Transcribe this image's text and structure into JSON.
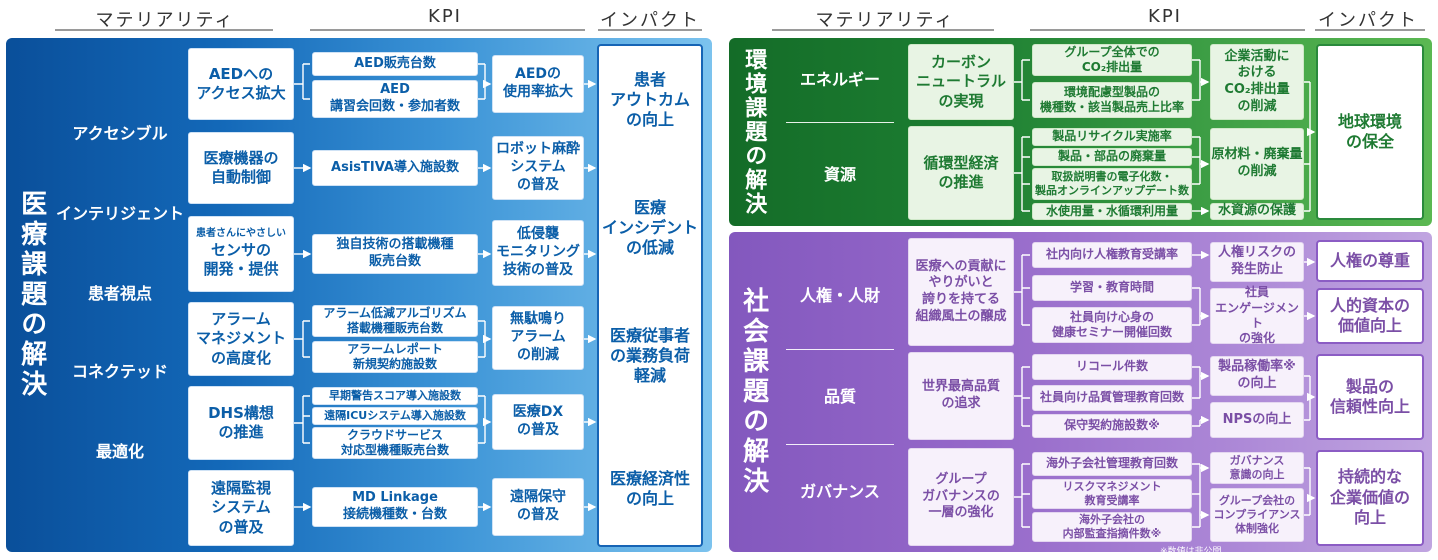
{
  "headers": {
    "materiality": "マテリアリティ",
    "kpi": "KPI",
    "impact": "インパクト"
  },
  "medical": {
    "title": "医療課題の解決",
    "themes": [
      "アクセシブル",
      "インテリジェント",
      "患者視点",
      "コネクテッド",
      "最適化"
    ],
    "rows": [
      {
        "action": "AEDへの\nアクセス拡大",
        "kpis": [
          "AED販売台数",
          "AED\n講習会回数・参加者数"
        ],
        "outcome": "AEDの\n使用率拡大"
      },
      {
        "action": "医療機器の\n自動制御",
        "kpis": [
          "AsisTIVA導入施設数"
        ],
        "outcome": "ロボット麻酔\nシステム\nの普及"
      },
      {
        "action_small": "患者さんにやさしい",
        "action": "センサの\n開発・提供",
        "kpis": [
          "独自技術の搭載機種\n販売台数"
        ],
        "outcome": "低侵襲\nモニタリング\n技術の普及"
      },
      {
        "action": "アラーム\nマネジメント\nの高度化",
        "kpis": [
          "アラーム低減アルゴリズム\n搭載機種販売台数",
          "アラームレポート\n新規契約施設数"
        ],
        "outcome": "無駄鳴り\nアラーム\nの削減"
      },
      {
        "action": "DHS構想\nの推進",
        "kpis": [
          "早期警告スコア導入施設数",
          "遠隔ICUシステム導入施設数",
          "クラウドサービス\n対応型機種販売台数"
        ],
        "outcome": "医療DX\nの普及"
      },
      {
        "action": "遠隔監視\nシステム\nの普及",
        "kpis": [
          "MD Linkage\n接続機種数・台数"
        ],
        "outcome": "遠隔保守\nの普及"
      }
    ],
    "impacts": [
      "患者\nアウトカム\nの向上",
      "医療\nインシデント\nの低減",
      "医療従事者\nの業務負荷\n軽減",
      "医療経済性\nの向上"
    ]
  },
  "environment": {
    "title": "環境課題の解決",
    "themes": [
      "エネルギー",
      "資源"
    ],
    "actions": [
      "カーボン\nニュートラル\nの実現",
      "循環型経済\nの推進"
    ],
    "kpis": [
      "グループ全体での\nCO₂排出量",
      "環境配慮型製品の\n機種数・該当製品売上比率",
      "製品リサイクル実施率",
      "製品・部品の廃棄量",
      "取扱説明書の電子化数・\n製品オンラインアップデート数",
      "水使用量・水循環利用量"
    ],
    "outcomes": [
      "企業活動に\nおける\nCO₂排出量\nの削減",
      "原材料・廃棄量\nの削減",
      "水資源の保護"
    ],
    "impact": "地球環境\nの保全"
  },
  "social": {
    "title": "社会課題の解決",
    "themes": [
      "人権・人財",
      "品質",
      "ガバナンス"
    ],
    "actions": [
      "医療への貢献に\nやりがいと\n誇りを持てる\n組織風土の醸成",
      "世界最高品質\nの追求",
      "グループ\nガバナンスの\n一層の強化"
    ],
    "kpis": [
      "社内向け人権教育受講率",
      "学習・教育時間",
      "社員向け心身の\n健康セミナー開催回数",
      "リコール件数",
      "社員向け品質管理教育回数",
      "保守契約施設数※",
      "海外子会社管理教育回数",
      "リスクマネジメント\n教育受講率",
      "海外子会社の\n内部監査指摘件数※"
    ],
    "outcomes": [
      "人権リスクの\n発生防止",
      "社員\nエンゲージメント\nの強化",
      "製品稼働率※\nの向上",
      "NPSの向上",
      "ガバナンス\n意識の向上",
      "グループ会社の\nコンプライアンス\n体制強化"
    ],
    "impacts": [
      "人権の尊重",
      "人的資本の\n価値向上",
      "製品の\n信頼性向上",
      "持続的な\n企業価値の\n向上"
    ],
    "note": "※数値は非公開。"
  },
  "colors": {
    "medical_dark": "#0d5aa7",
    "medical_light": "#5fb2e6",
    "env_dark": "#1a7a2e",
    "env_light": "#52b04e",
    "social_dark": "#8a5dc2",
    "social_light": "#b99ddd"
  }
}
